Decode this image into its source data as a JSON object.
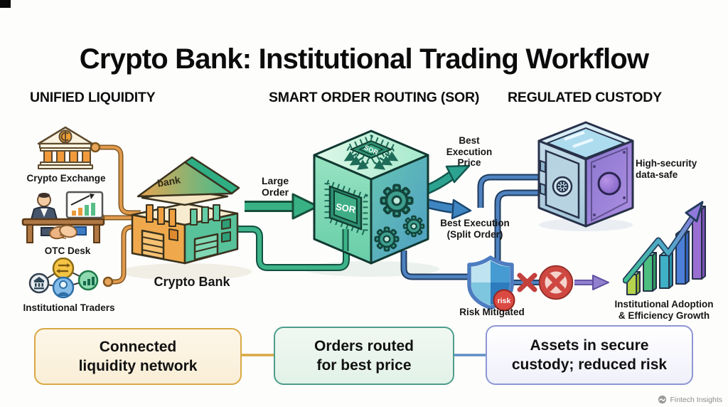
{
  "title": "Crypto Bank: Institutional Trading Workflow",
  "sections": [
    {
      "label": "UNIFIED LIQUIDITY"
    },
    {
      "label": "SMART ORDER ROUTING (SOR)"
    },
    {
      "label": "REGULATED CUSTODY"
    }
  ],
  "nodes": {
    "crypto_exchange": "Crypto Exchange",
    "otc_desk": "OTC Desk",
    "institutional_traders": "Institutional Traders",
    "crypto_bank": "Crypto Bank",
    "bank_sign": "bank",
    "large_order": "Large\nOrder",
    "sor_chip": "SOR",
    "best_execution_price": "Best\nExecution\nPrice",
    "best_execution_split": "Best Execution\n(Split Order)",
    "data_safe": "High-security\ndata-safe",
    "risk_badge": "risk",
    "risk_mitigated": "Risk Mitigated",
    "growth_label": "Institutional Adoption\n& Efficiency Growth"
  },
  "summary_boxes": [
    {
      "text": "Connected\nliquidity network",
      "border": "#D9A843",
      "background": "#FBF2DE"
    },
    {
      "text": "Orders routed\nfor best price",
      "border": "#4E9D8C",
      "background": "#E9F6EE"
    },
    {
      "text": "Assets in secure\ncustody; reduced risk",
      "border": "#8D97D4",
      "background": "#F4F4FB"
    }
  ],
  "footer": {
    "brand": "Fintech Insights"
  },
  "colors": {
    "liquidity_accent": "#D9A843",
    "routing_green": "#38B285",
    "execution_teal": "#2CA390",
    "execution_blue": "#3E86C2",
    "custody_purple": "#8D97D4",
    "risk_red": "#D94A43",
    "mitigation_arrow": "#9180CE"
  }
}
